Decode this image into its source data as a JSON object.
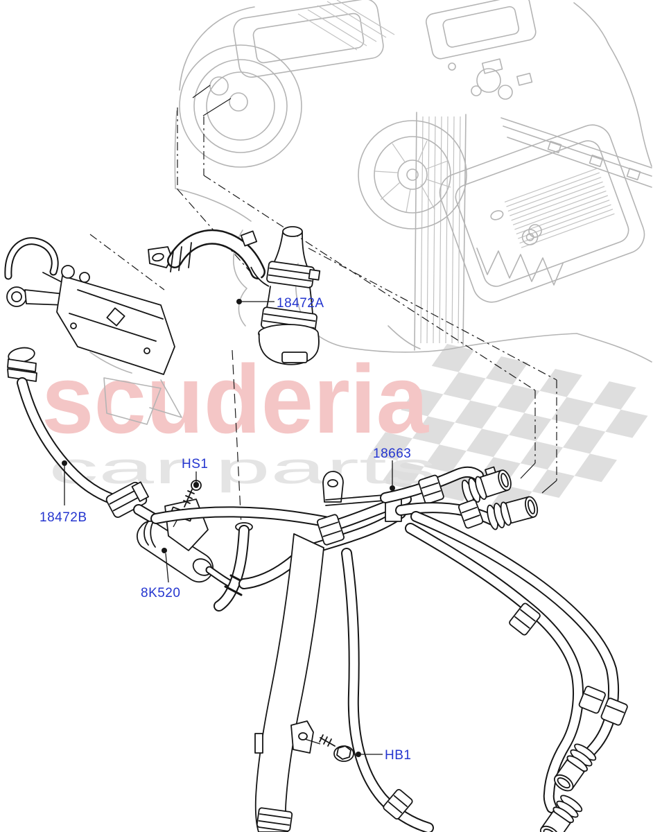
{
  "labels": {
    "hose_a": "18472A",
    "hose_b": "18472B",
    "screw": "HS1",
    "clip": "18663",
    "valve": "8K520",
    "bolt": "HB1"
  },
  "label_style": {
    "color": "#2435cf"
  },
  "watermark": {
    "brand": "scuderia",
    "tagline": "car parts",
    "brand_color": "#f4c6c6",
    "tagline_color": "#e4e4e4",
    "flag_color": "#dedede"
  },
  "artwork": {
    "context_color": "#b4b4b4",
    "part_line_color": "#161616",
    "background": "#ffffff"
  }
}
